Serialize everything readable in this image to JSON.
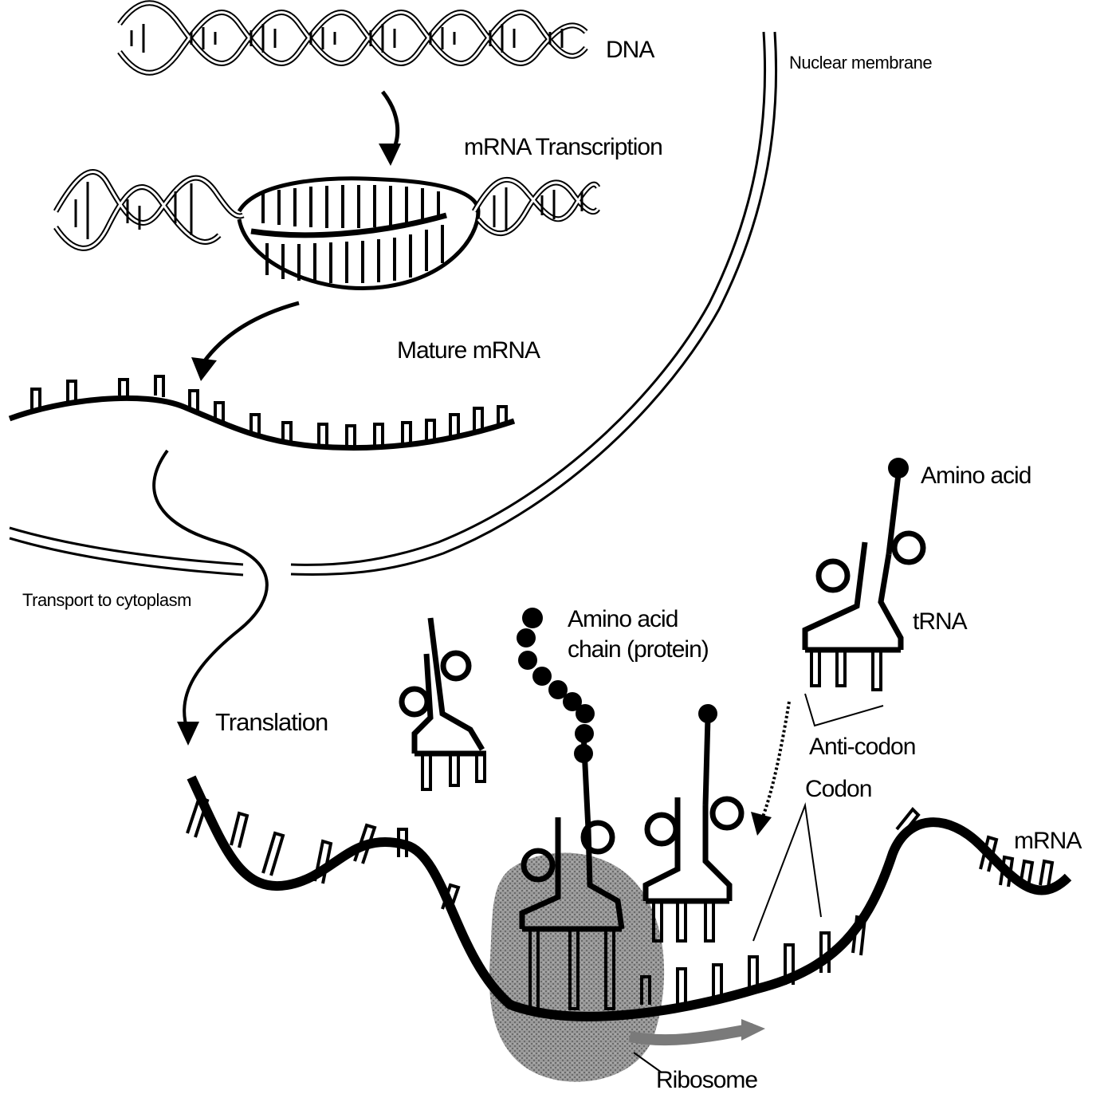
{
  "labels": {
    "dna": "DNA",
    "nuclear_membrane": "Nuclear membrane",
    "transcription": "mRNA Transcription",
    "mature_mrna": "Mature mRNA",
    "transport": "Transport to cytoplasm",
    "translation": "Translation",
    "amino_acid": "Amino acid",
    "amino_chain_line1": "Amino acid",
    "amino_chain_line2": "chain (protein)",
    "trna": "tRNA",
    "anticodon": "Anti-codon",
    "codon": "Codon",
    "mrna": "mRNA",
    "ribosome": "Ribosome"
  },
  "colors": {
    "ink": "#000000",
    "paper": "#ffffff",
    "ribosome": "#8a8a8a"
  },
  "icons": [
    "dna-helix",
    "arrow",
    "trna-molecule",
    "amino-acid-bead",
    "ribosome-blob"
  ]
}
